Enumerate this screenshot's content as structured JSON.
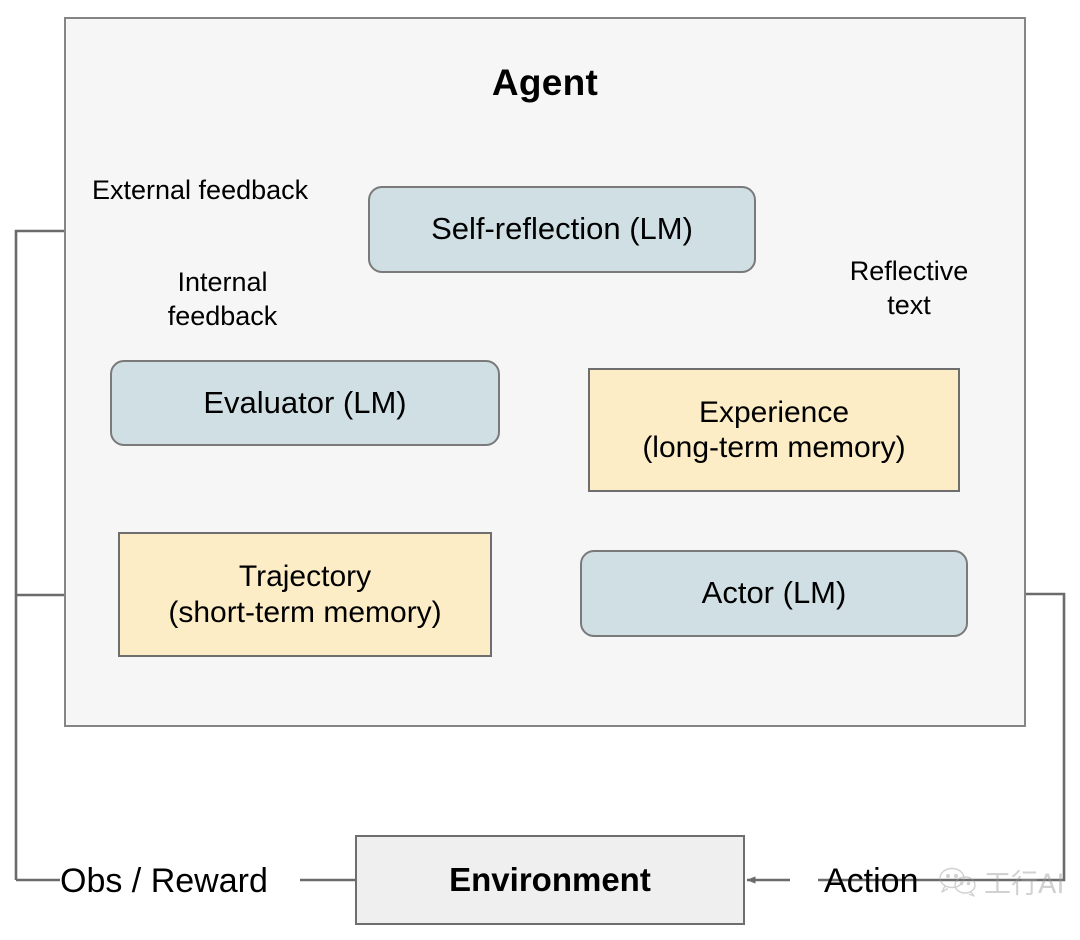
{
  "diagram": {
    "title": "Agent",
    "container_label": "Agent",
    "nodes": {
      "self_reflection": {
        "label": "Self-reflection (LM)",
        "color": "#cfdfe4"
      },
      "evaluator": {
        "label": "Evaluator (LM)",
        "color": "#cfdfe4"
      },
      "experience": {
        "line1": "Experience",
        "line2": "(long-term memory)",
        "color": "#fcedc6"
      },
      "trajectory": {
        "line1": "Trajectory",
        "line2": "(short-term memory)",
        "color": "#fcedc6"
      },
      "actor": {
        "label": "Actor (LM)",
        "color": "#cfdfe4"
      },
      "environment": {
        "label": "Environment",
        "color": "#efefef"
      }
    },
    "edge_labels": {
      "external_feedback": "External feedback",
      "internal_feedback": "Internal\nfeedback",
      "reflective_text": "Reflective\ntext",
      "obs_reward": "Obs / Reward",
      "action": "Action"
    },
    "watermark": {
      "text": "工行AI",
      "icon": "wechat-icon"
    },
    "colors": {
      "line": "#6b6b6b",
      "agent_fill": "#f6f6f6",
      "agent_border": "#858585",
      "blue_fill": "#cfdfe4",
      "yellow_fill": "#fcedc6",
      "gray_fill": "#efefef"
    }
  }
}
